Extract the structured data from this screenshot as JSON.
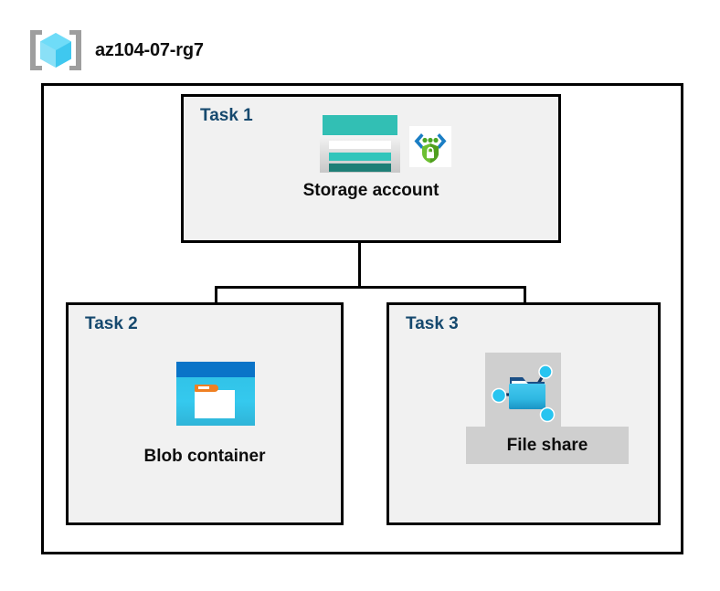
{
  "diagram": {
    "title": "az104-07-rg7",
    "resource_group": {
      "name": "az104-07-rg7",
      "icon": "azure-resource-group-icon"
    },
    "tasks": [
      {
        "id": "task-1",
        "label": "Task 1",
        "node_caption": "Storage account",
        "icons": [
          "storage-account-icon",
          "secure-shield-icon"
        ]
      },
      {
        "id": "task-2",
        "label": "Task 2",
        "node_caption": "Blob container",
        "icons": [
          "blob-container-icon"
        ]
      },
      {
        "id": "task-3",
        "label": "Task 3",
        "node_caption": "File share",
        "icons": [
          "file-share-icon"
        ]
      }
    ],
    "connections": [
      {
        "from": "Storage account",
        "to": "Blob container"
      },
      {
        "from": "Storage account",
        "to": "File share"
      }
    ],
    "colors": {
      "background": "#ffffff",
      "box_fill": "#f1f1f1",
      "box_border": "#000000",
      "task_label": "#16496e",
      "caption_text": "#0d0d0d",
      "storage_teal": "#32bfb4",
      "storage_teal_dark": "#1f7f77",
      "blob_blue": "#0a74c8",
      "blob_cyan": "#31c3e8",
      "blob_orange": "#ef8023",
      "shield_green": "#51a81f",
      "bracket_blue": "#1b7ec4",
      "fileshare_gray": "#cfcfcf",
      "fileshare_node": "#27c4f0",
      "resource_group_cube": "#5ad5f5",
      "resource_group_bracket": "#9e9e9e"
    }
  }
}
